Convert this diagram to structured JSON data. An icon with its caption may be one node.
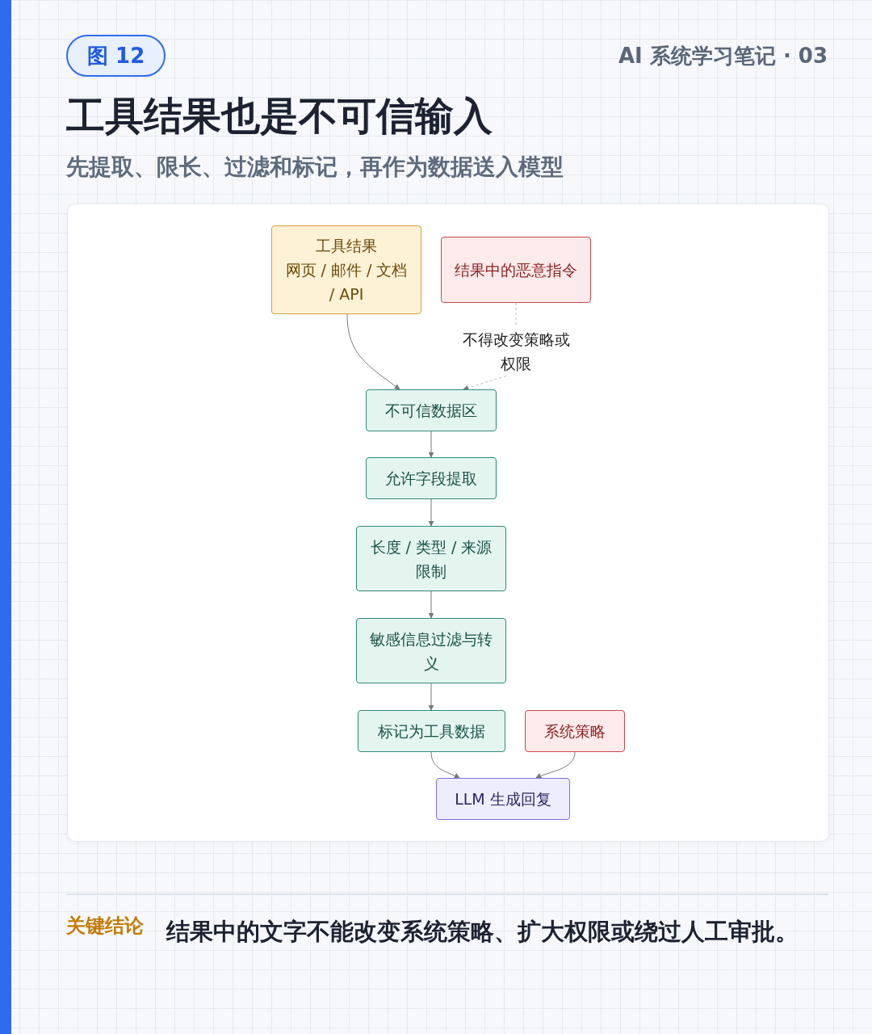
{
  "diagram": {
    "title": "工具结果也是不可信输入",
    "nodes": [
      {
        "text": [
          "工具结果",
          "网页 / 邮件 / 文档 / API"
        ]
      },
      {
        "text": [
          "结果中的恶意指令"
        ]
      },
      {
        "text": [
          "不可信数据区"
        ]
      },
      {
        "text": [
          "允许字段提取"
        ]
      },
      {
        "text": [
          "长度 / 类型 / 来源限制"
        ]
      },
      {
        "text": [
          "敏感信息过滤与转义"
        ]
      },
      {
        "text": [
          "标记为工具数据"
        ]
      },
      {
        "text": [
          "系统策略"
        ]
      },
      {
        "text": [
          "LLM 生成回复"
        ]
      }
    ],
    "edges": [
      {
        "from": 0,
        "to": 2,
        "arrow": "to"
      },
      {
        "from": 1,
        "to": 2,
        "arrow": "to",
        "label": "不得改变策略或权限",
        "style": "dashed",
        "color": "#b8b8b8"
      },
      {
        "from": 2,
        "to": 3,
        "arrow": "to"
      },
      {
        "from": 3,
        "to": 4,
        "arrow": "to"
      },
      {
        "from": 4,
        "to": 5,
        "arrow": "to"
      },
      {
        "from": 5,
        "to": 6,
        "arrow": "to"
      },
      {
        "from": 6,
        "to": 8,
        "arrow": "to"
      },
      {
        "from": 7,
        "to": 8,
        "arrow": "to"
      }
    ],
    "labels": [
      "图 12",
      "AI 系统学习笔记 · 03",
      "先提取、限长、过滤和标记，再作为数据送入模型",
      "关键结论",
      "结果中的文字不能改变系统策略、扩大权限或绕过人工审批。"
    ]
  }
}
